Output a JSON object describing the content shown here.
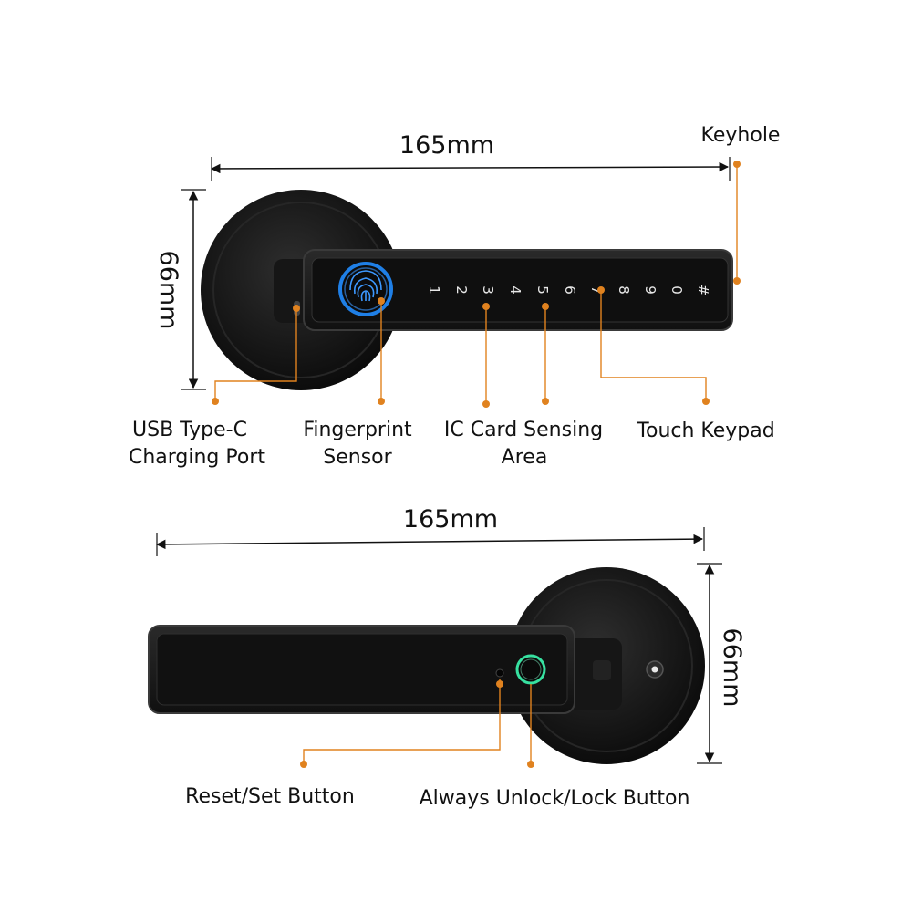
{
  "colors": {
    "body": "#1a1a1a",
    "accent": "#e0821f",
    "fingerprint_ring": "#1f7fe6",
    "button_ring": "#37e0a0"
  },
  "top_view": {
    "width_dim": "165mm",
    "height_dim": "66mm",
    "keys": [
      "1",
      "2",
      "3",
      "4",
      "5",
      "6",
      "7",
      "8",
      "9",
      "0",
      "#"
    ],
    "labels": {
      "keyhole": "Keyhole",
      "usb_line1": "USB Type-C",
      "usb_line2": "Charging Port",
      "fp_line1": "Fingerprint",
      "fp_line2": "Sensor",
      "ic_line1": "IC Card Sensing",
      "ic_line2": "Area",
      "keypad": "Touch Keypad"
    }
  },
  "bottom_view": {
    "width_dim": "165mm",
    "height_dim": "66mm",
    "labels": {
      "reset": "Reset/Set Button",
      "unlock": "Always Unlock/Lock Button"
    }
  }
}
